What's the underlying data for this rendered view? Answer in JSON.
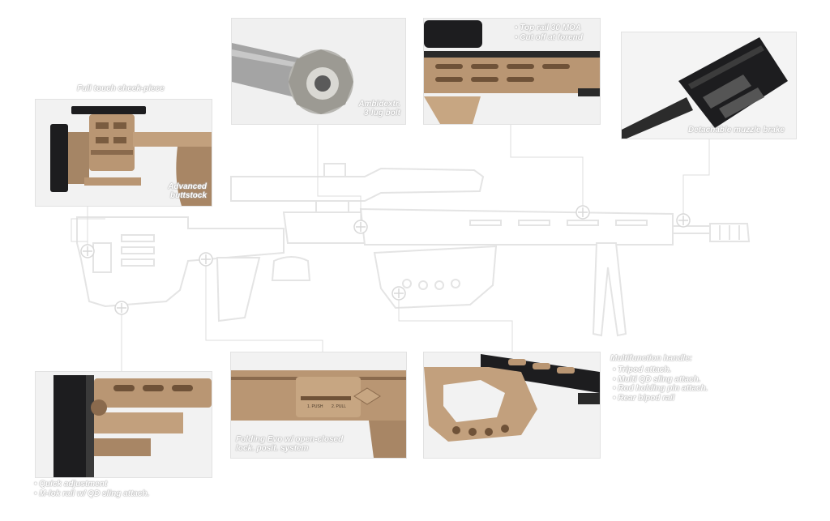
{
  "callouts": {
    "cheek_piece": "Full touch cheek-piece",
    "buttstock_line1": "Advanced",
    "buttstock_line2": "buttstock",
    "bolt_line1": "Ambidextr.",
    "bolt_line2": "3-lug bolt",
    "top_rail": [
      "Top rail 30 MOA",
      "Cut off at forend"
    ],
    "muzzle_brake": "Detachable muzzle brake",
    "adjustment": [
      "Quick adjustment",
      "M-lok rail w/ QD sling attach."
    ],
    "folding_line1": "Folding Evo w/ open-closed",
    "folding_line2": "lock. posit. system",
    "handle_title": "Multifunction handle:",
    "handle_items": [
      "Tripod attach.",
      "Multi QD sling attach.",
      "Rod holding pin attach.",
      "Rear bipod rail"
    ],
    "fold_labels": [
      "1. PUSH",
      "2. PULL"
    ]
  },
  "colors": {
    "fde": "#b99673",
    "fde_dark": "#8a6a4d",
    "black": "#1d1d1f",
    "silhouette": "#e6e6e6",
    "panel": "#f7f7f7"
  },
  "icons": [
    "crosshair-marker-icon"
  ]
}
